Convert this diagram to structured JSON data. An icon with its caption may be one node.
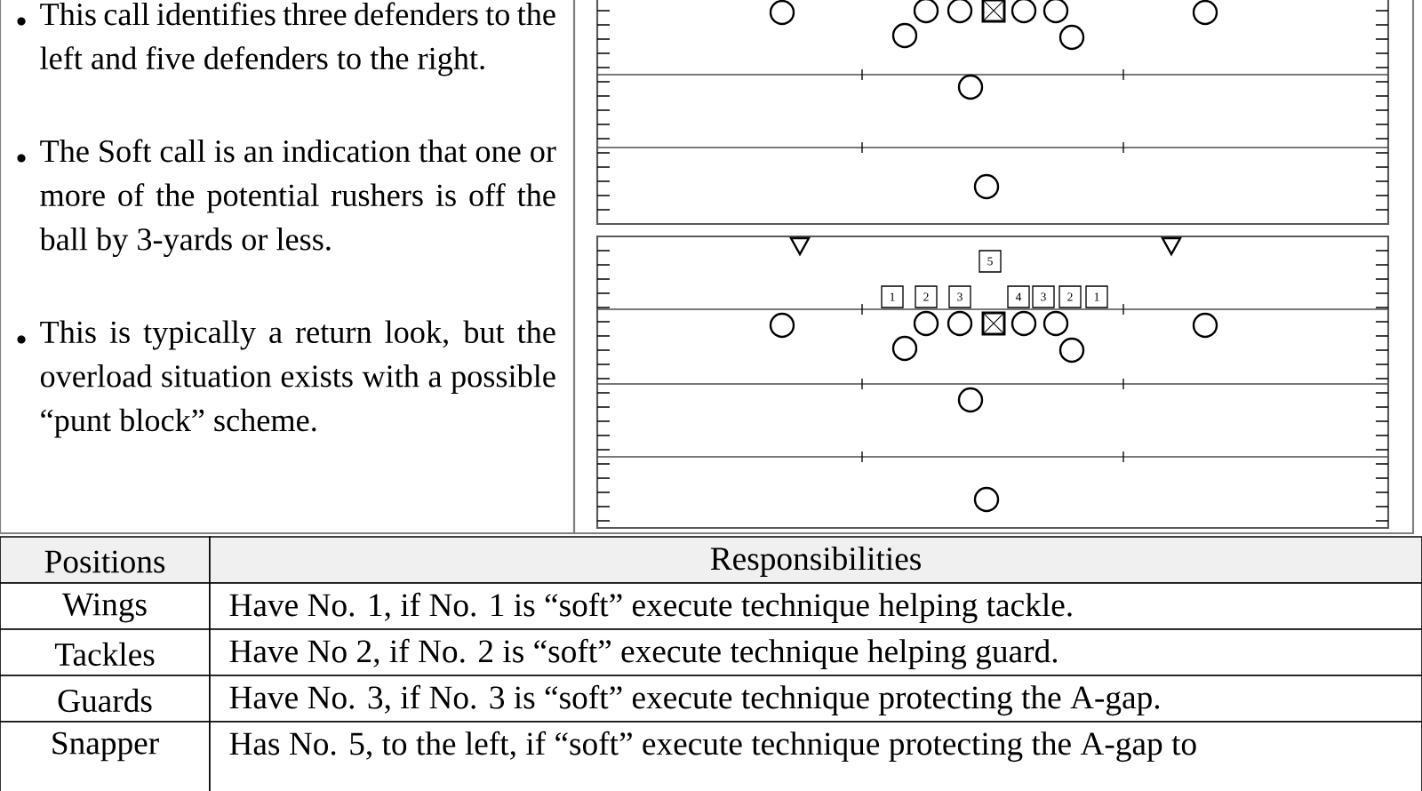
{
  "diagram": {
    "nodes": [
      {
        "text": [
          "5"
        ]
      },
      {
        "text": [
          "1"
        ]
      },
      {
        "text": [
          "2"
        ]
      },
      {
        "text": [
          "3"
        ]
      },
      {
        "text": [
          "4"
        ]
      },
      {
        "text": [
          "3"
        ]
      },
      {
        "text": [
          "2"
        ]
      },
      {
        "text": [
          "1"
        ]
      }
    ],
    "labels": [
      "This call identifies three defenders to the left and five defenders to the right.",
      "The Soft call is an indication that one or more of the potential rushers is off the ball by 3-yards or less.",
      "This is typically a return look, but the overload situation exists with a possible “punt block” scheme.",
      "Positions",
      "Responsibilities",
      "Wings",
      "Have No. 1, if No. 1 is “soft” execute technique helping tackle.",
      "Tackles",
      "Have No 2, if No. 2 is “soft” execute technique helping guard.",
      "Guards",
      "Have No. 3, if No. 3 is “soft” execute technique protecting the A-gap.",
      "Snapper",
      "Has No. 5, to the left, if “soft” execute technique protecting the A-gap to"
    ]
  }
}
